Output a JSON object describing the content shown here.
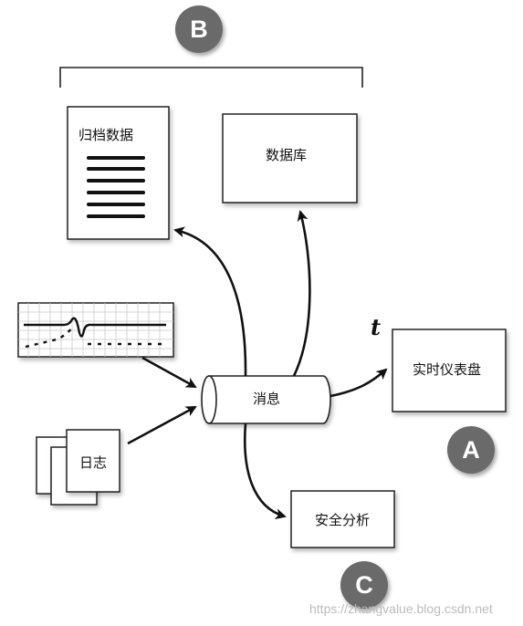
{
  "badges": {
    "a": "A",
    "b": "B",
    "c": "C"
  },
  "nodes": {
    "archive": "归档数据",
    "database": "数据库",
    "dashboard": "实时仪表盘",
    "message": "消息",
    "logs": "日志",
    "security": "安全分析"
  },
  "time_label": "t",
  "watermark": "https://zhangvalue.blog.csdn.net"
}
